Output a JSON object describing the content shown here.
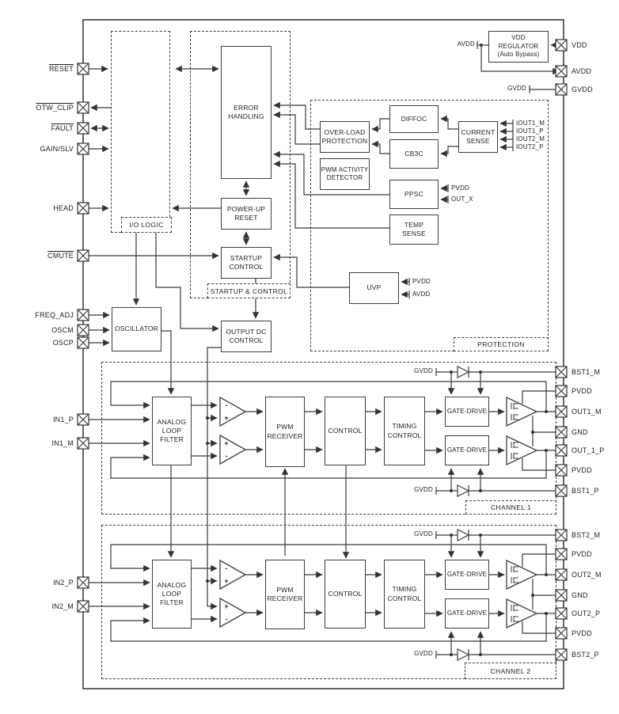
{
  "blocks": {
    "vdd_regulator": "VDD\nREGULATOR\n(Auto Bypass)",
    "error_handling": "ERROR\nHANDLING",
    "power_up_reset": "POWER-UP\nRESET",
    "startup_control": "STARTUP\nCONTROL",
    "output_dc_control": "OUTPUT DC\nCONTROL",
    "oscillator": "OSCILLATOR",
    "io_logic": "I/O LOGIC",
    "startup_and_control": "STARTUP & CONTROL",
    "protection": "PROTECTION",
    "overload_protection": "OVER-LOAD\nPROTECTION",
    "pwm_activity_detector": "PWM ACTIVITY\nDETECTOR",
    "diffoc": "DIFFOC",
    "cb3c": "CB3C",
    "current_sense": "CURRENT\nSENSE",
    "ppsc": "PPSC",
    "temp_sense": "TEMP\nSENSE",
    "uvp": "UVP",
    "analog_loop_filter": "ANALOG\nLOOP\nFILTER",
    "pwm_receiver": "PWM\nRECEIVER",
    "control": "CONTROL",
    "timing_control": "TIMING\nCONTROL",
    "gate_drive": "GATE-DRIVE",
    "channel1": "CHANNEL 1",
    "channel2": "CHANNEL 2"
  },
  "pins_left": [
    {
      "label": "RESET",
      "active_low": true
    },
    {
      "label": "OTW_CLIP",
      "active_low": true
    },
    {
      "label": "FAULT",
      "active_low": true
    },
    {
      "label": "GAIN/SLV",
      "active_low": false
    },
    {
      "label": "HEAD",
      "active_low": false
    },
    {
      "label": "CMUTE",
      "active_low": true
    },
    {
      "label": "FREQ_ADJ",
      "active_low": false
    },
    {
      "label": "OSCM",
      "active_low": false
    },
    {
      "label": "OSCP",
      "active_low": false
    },
    {
      "label": "IN1_P",
      "active_low": false
    },
    {
      "label": "IN1_M",
      "active_low": false
    },
    {
      "label": "IN2_P",
      "active_low": false
    },
    {
      "label": "IN2_M",
      "active_low": false
    }
  ],
  "pins_right": [
    {
      "label": "VDD"
    },
    {
      "label": "AVDD"
    },
    {
      "label": "GVDD"
    },
    {
      "label": "BST1_M"
    },
    {
      "label": "PVDD"
    },
    {
      "label": "OUT1_M"
    },
    {
      "label": "GND"
    },
    {
      "label": "OUT_1_P"
    },
    {
      "label": "PVDD"
    },
    {
      "label": "BST1_P"
    },
    {
      "label": "BST2_M"
    },
    {
      "label": "PVDD"
    },
    {
      "label": "OUT2_M"
    },
    {
      "label": "GND"
    },
    {
      "label": "OUT2_P"
    },
    {
      "label": "PVDD"
    },
    {
      "label": "BST2_P"
    }
  ],
  "net_labels": {
    "avdd": "AVDD",
    "gvdd": "GVDD",
    "pvdd": "PVDD",
    "out_x": "OUT_X",
    "iout1_m": "IOUT1_M",
    "iout1_p": "IOUT1_P",
    "iout2_m": "IOUT2_M",
    "iout2_p": "IOUT2_P"
  },
  "signs": {
    "plus": "+",
    "minus": "-"
  }
}
